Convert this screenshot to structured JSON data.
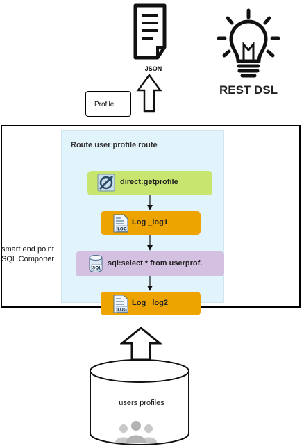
{
  "json_doc": {
    "label": "JSON",
    "icon": "document-icon"
  },
  "rest": {
    "label": "REST DSL",
    "icon": "lightbulb-icon"
  },
  "profile_box": {
    "label": "Profile"
  },
  "route": {
    "title": "Route user profile route",
    "nodes": [
      {
        "label": "direct:getprofile",
        "icon": "direct-endpoint-icon",
        "color": "#c7e56f"
      },
      {
        "label": "Log _log1",
        "icon": "log-icon",
        "color": "#eea400"
      },
      {
        "label": "sql:select * from userprof.",
        "icon": "sql-database-icon",
        "color": "#d4c1e1"
      },
      {
        "label": "Log _log2",
        "icon": "log-icon",
        "color": "#eea400"
      }
    ]
  },
  "side_note": {
    "line1": "smart end point",
    "line2": "SQL Componer"
  },
  "datastore": {
    "label": "users profiles",
    "icon": "users-group-icon"
  }
}
